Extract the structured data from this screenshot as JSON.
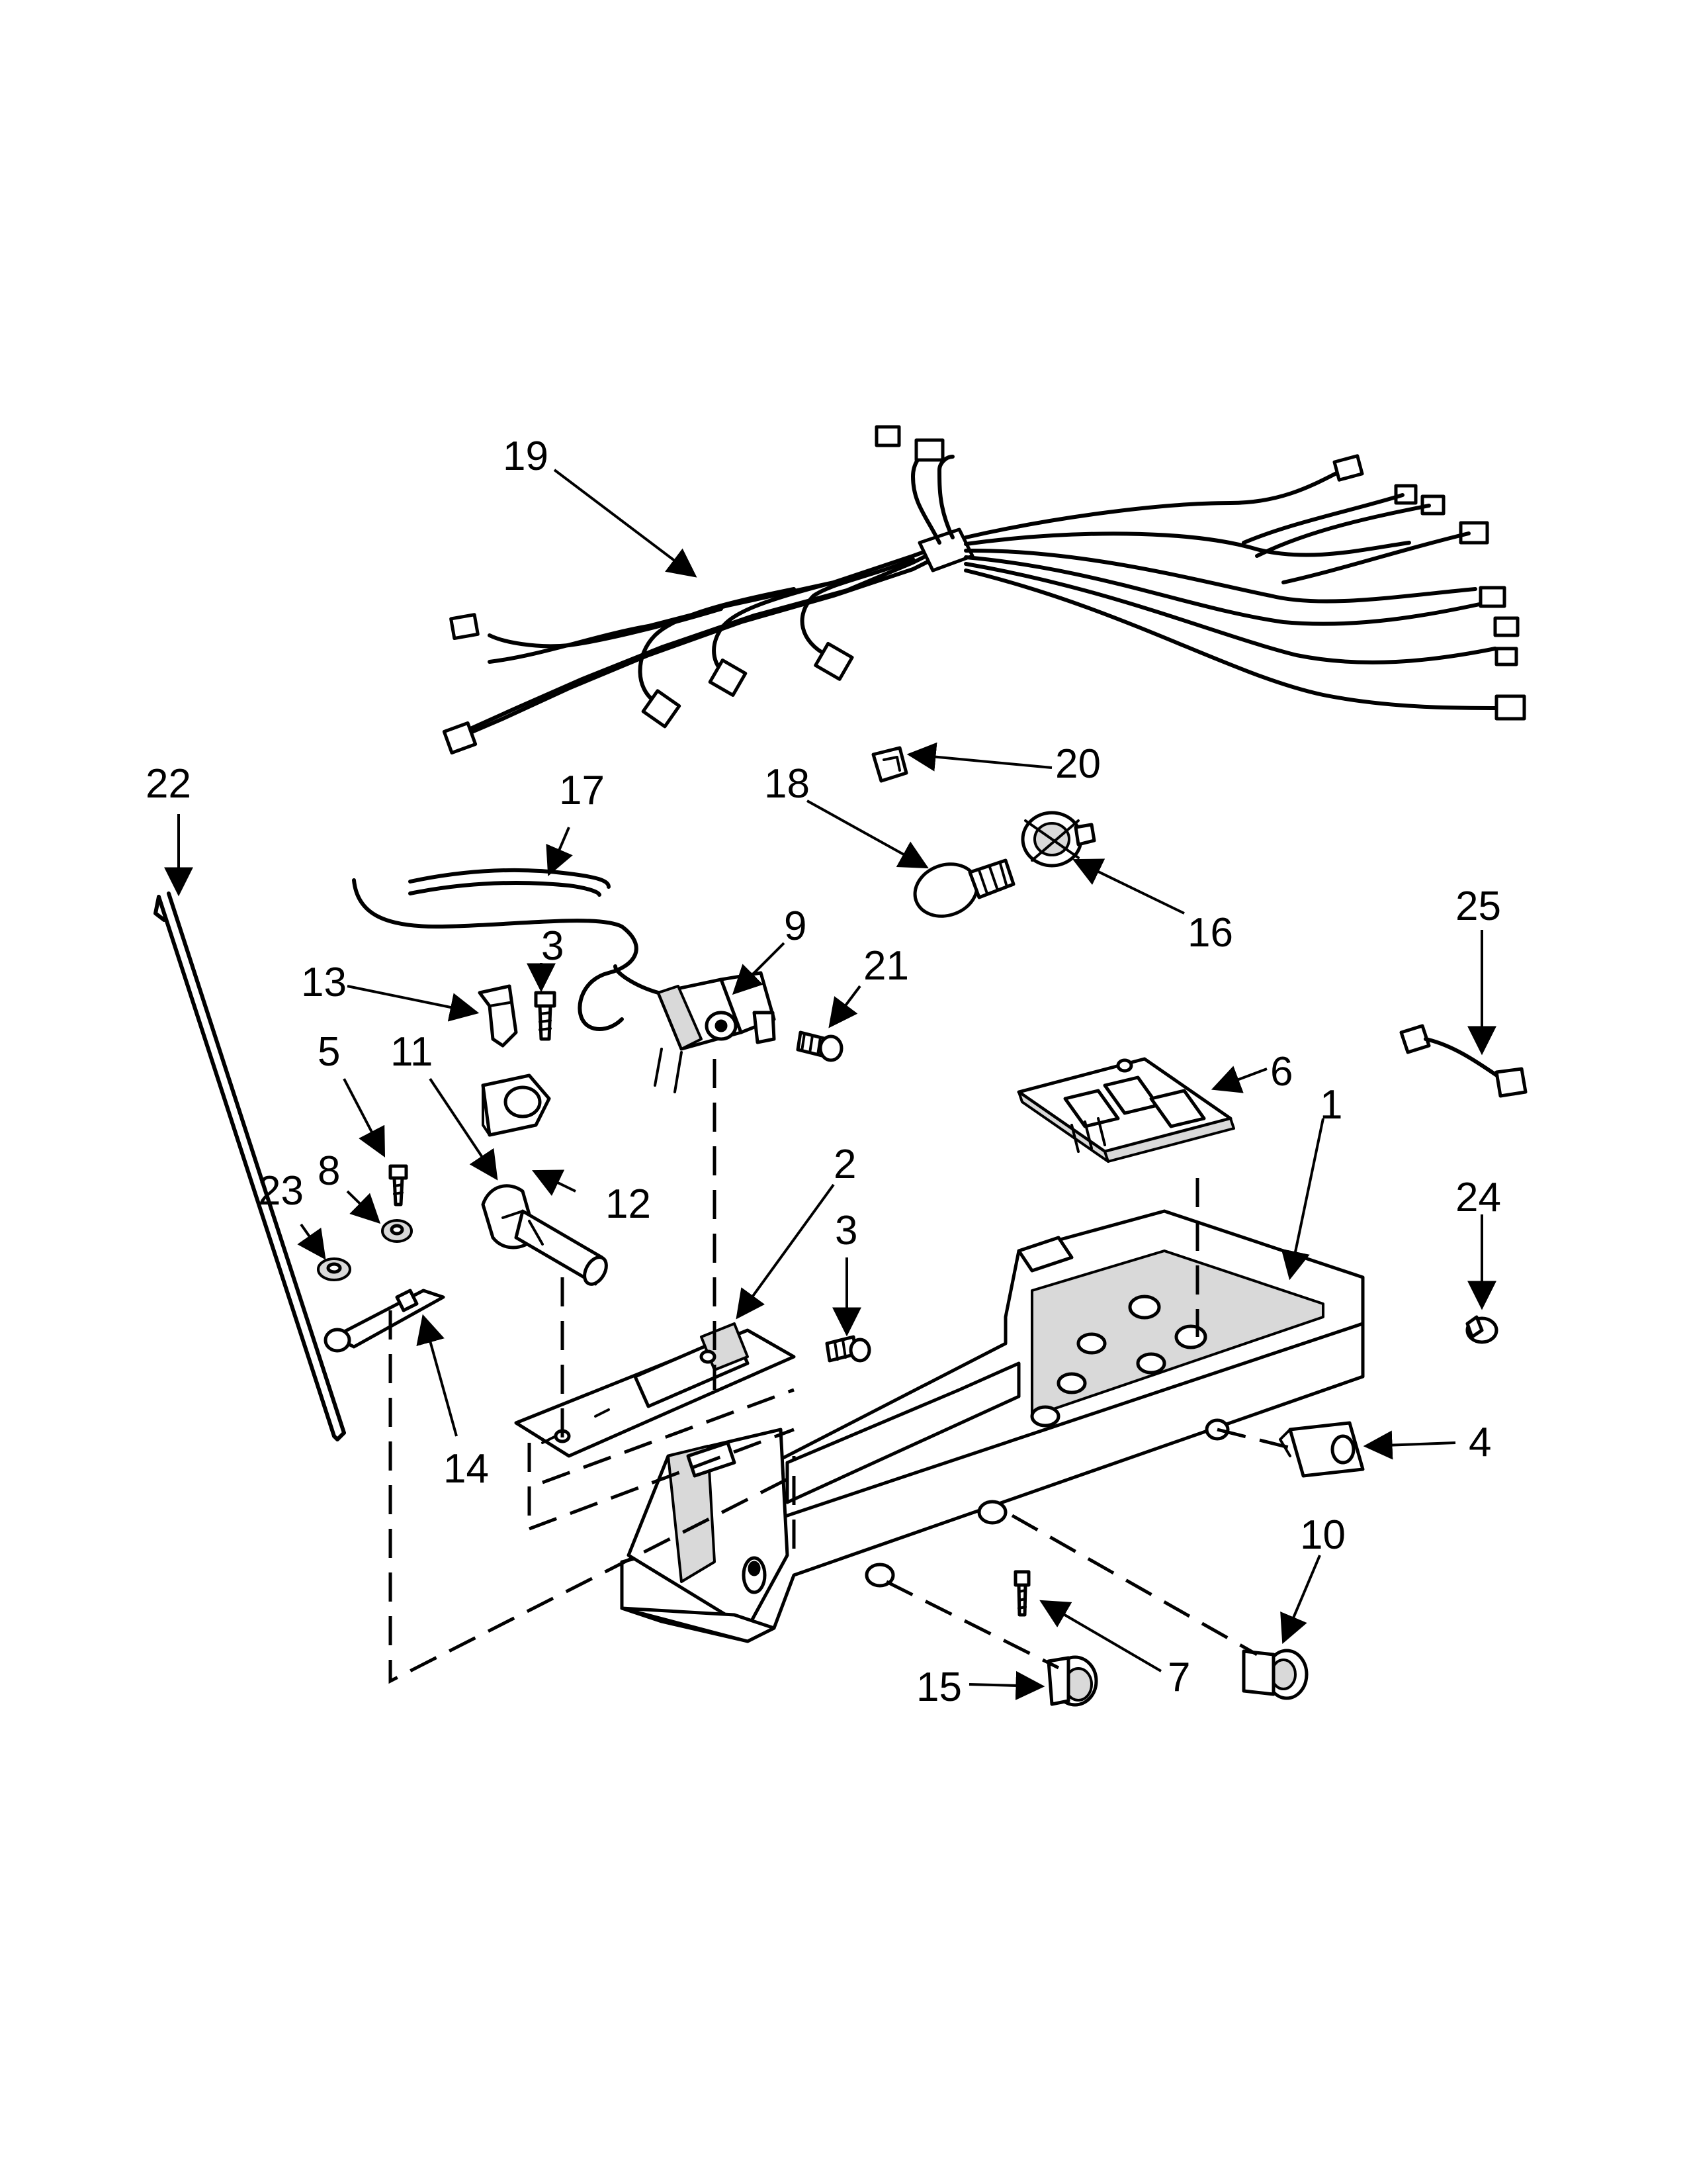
{
  "diagram": {
    "callouts": [
      {
        "id": "c1",
        "number": "1"
      },
      {
        "id": "c2",
        "number": "2"
      },
      {
        "id": "c3a",
        "number": "3"
      },
      {
        "id": "c3b",
        "number": "3"
      },
      {
        "id": "c4",
        "number": "4"
      },
      {
        "id": "c5",
        "number": "5"
      },
      {
        "id": "c6",
        "number": "6"
      },
      {
        "id": "c7",
        "number": "7"
      },
      {
        "id": "c8",
        "number": "8"
      },
      {
        "id": "c9",
        "number": "9"
      },
      {
        "id": "c10",
        "number": "10"
      },
      {
        "id": "c11",
        "number": "11"
      },
      {
        "id": "c12",
        "number": "12"
      },
      {
        "id": "c13",
        "number": "13"
      },
      {
        "id": "c14",
        "number": "14"
      },
      {
        "id": "c15",
        "number": "15"
      },
      {
        "id": "c16",
        "number": "16"
      },
      {
        "id": "c17",
        "number": "17"
      },
      {
        "id": "c18",
        "number": "18"
      },
      {
        "id": "c19",
        "number": "19"
      },
      {
        "id": "c20",
        "number": "20"
      },
      {
        "id": "c21",
        "number": "21"
      },
      {
        "id": "c22",
        "number": "22"
      },
      {
        "id": "c23",
        "number": "23"
      },
      {
        "id": "c24",
        "number": "24"
      },
      {
        "id": "c25",
        "number": "25"
      }
    ]
  }
}
